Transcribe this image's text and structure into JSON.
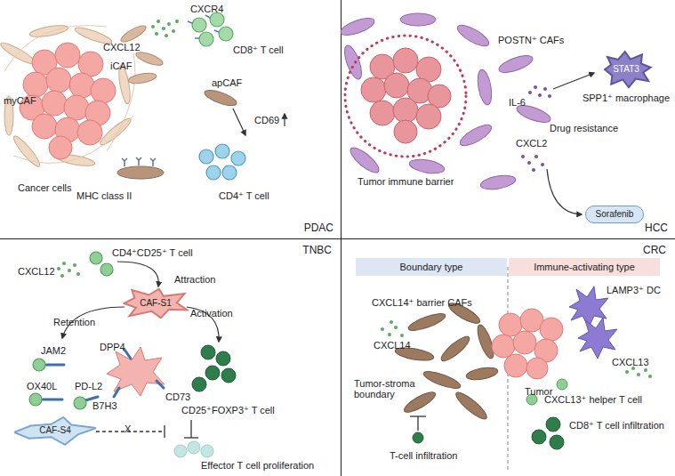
{
  "diagram": {
    "nodes": [
      {
        "text": [
          "PDAC"
        ]
      },
      {
        "text": [
          "HCC"
        ]
      },
      {
        "text": [
          "TNBC"
        ]
      },
      {
        "text": [
          "CRC"
        ]
      },
      {
        "text": [
          "STAT3",
          "SPP1⁺ macrophage"
        ],
        "in": 1
      },
      {
        "text": [
          "Sorafenib"
        ],
        "in": 1
      },
      {
        "text": [
          "CAF-S1"
        ],
        "in": 2
      },
      {
        "text": [
          "CAF-S4"
        ],
        "in": 2
      },
      {
        "text": [
          "Boundary type"
        ],
        "in": 3
      },
      {
        "text": [
          "Immune-activating type"
        ],
        "in": 3
      }
    ],
    "labels": [
      "CXCR4",
      "CXCL12",
      "iCAF",
      "CD8⁺ T cell",
      "myCAF",
      "apCAF",
      "CD69",
      "Cancer cells",
      "MHC class II",
      "CD4⁺ T cell",
      "POSTN⁺ CAFs",
      "IL-6",
      "Tumor immune barrier",
      "CXCL2",
      "Drug resistance",
      "CD4⁺CD25⁺ T cell",
      "CXCL12",
      "Attraction",
      "Retention",
      "Activation",
      "JAM2",
      "DPP4",
      "OX40L",
      "PD-L2",
      "B7H3",
      "CD73",
      "CD25⁺FOXP3⁺ T cell",
      "X",
      "Effector T cell proliferation",
      "CXCL14⁺ barrier CAFs",
      "LAMP3⁺ DC",
      "CXCL14",
      "CXCL13",
      "Tumor-stroma boundary",
      "Tumor",
      "CXCL13⁺ helper T cell",
      "T-cell infiltration",
      "CD8⁺ T cell infiltration"
    ]
  }
}
